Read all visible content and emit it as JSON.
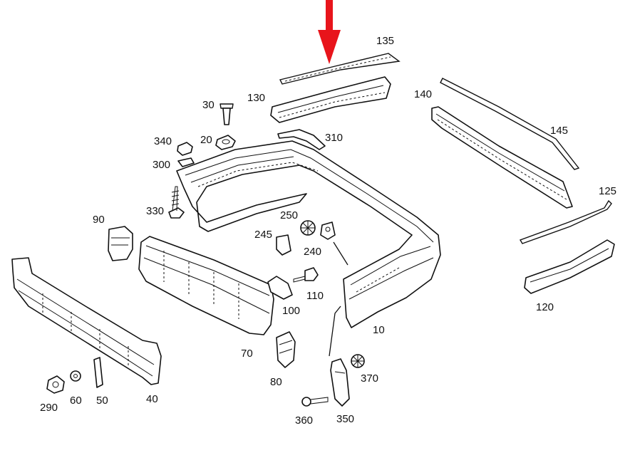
{
  "highlight_color": "#e8141b",
  "labels": {
    "p135": "135",
    "p130": "130",
    "p140": "140",
    "p145": "145",
    "p125": "125",
    "p120": "120",
    "p310": "310",
    "p30": "30",
    "p20": "20",
    "p340": "340",
    "p300": "300",
    "p330": "330",
    "p90": "90",
    "p250": "250",
    "p245": "245",
    "p240": "240",
    "p110": "110",
    "p100": "100",
    "p10": "10",
    "p70": "70",
    "p80": "80",
    "p370": "370",
    "p350": "350",
    "p360": "360",
    "p290": "290",
    "p60": "60",
    "p50": "50",
    "p40": "40"
  }
}
